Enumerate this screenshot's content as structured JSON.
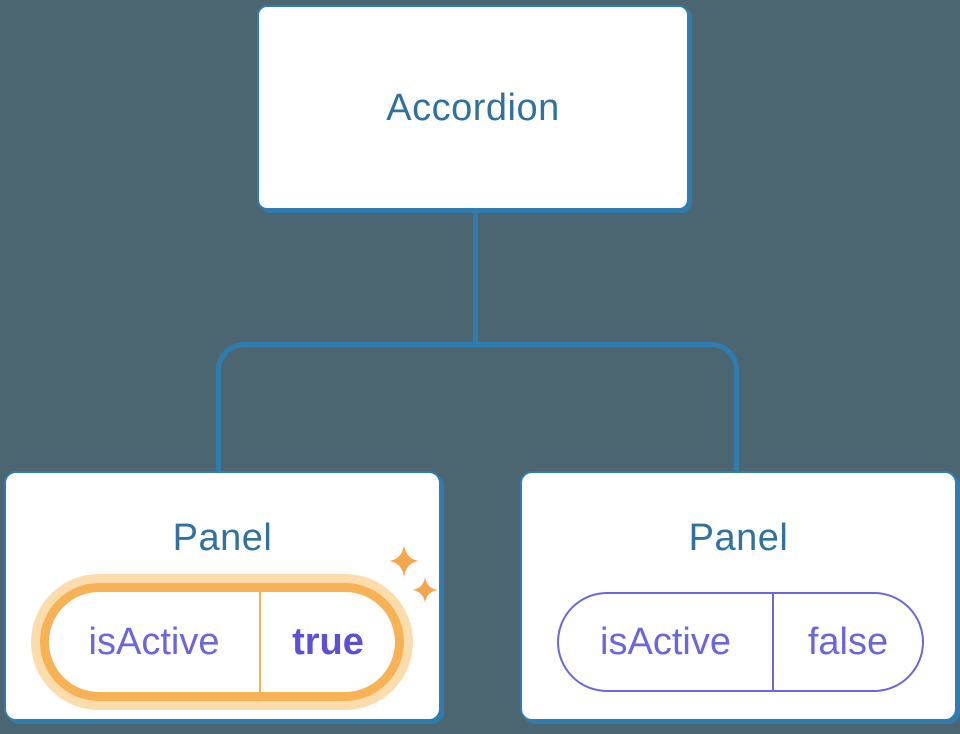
{
  "colors": {
    "background": "#4C6671",
    "connector_blue": "#2F7DAF",
    "node_title_blue": "#30719F",
    "state_purple": "#6B66DE",
    "state_value_bold_purple": "#5B50D6",
    "highlight_orange": "#F6B254",
    "highlight_halo": "#FBDDAD",
    "sparkle_orange": "#F3A64C",
    "card_background": "#FFFFFF"
  },
  "diagram": {
    "root": {
      "label": "Accordion"
    },
    "children": [
      {
        "title": "Panel",
        "state_key": "isActive",
        "state_value": "true",
        "highlighted": true,
        "icon": "sparkles-icon"
      },
      {
        "title": "Panel",
        "state_key": "isActive",
        "state_value": "false",
        "highlighted": false
      }
    ]
  }
}
